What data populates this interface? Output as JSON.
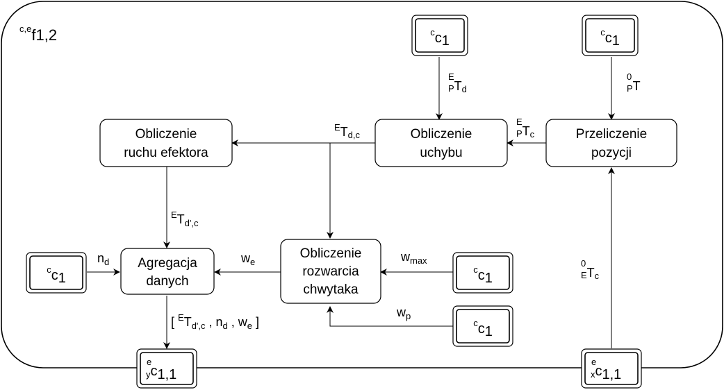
{
  "frame": {
    "title": {
      "pre": "c,e",
      "main": "f",
      "sub": "1,2"
    }
  },
  "nodes": {
    "obliczenie_ruchu": {
      "line1": "Obliczenie",
      "line2": "ruchu efektora"
    },
    "obliczenie_uchybu": {
      "line1": "Obliczenie",
      "line2": "uchybu"
    },
    "przeliczenie_pozycji": {
      "line1": "Przeliczenie",
      "line2": "pozycji"
    },
    "agregacja_danych": {
      "line1": "Agregacja",
      "line2": "danych"
    },
    "obliczenie_rozwarcia": {
      "line1": "Obliczenie",
      "line2": "rozwarcia",
      "line3": "chwytaka"
    }
  },
  "ports": {
    "c_top_mid": {
      "pre": "c",
      "main": "c",
      "sub": "1"
    },
    "c_top_right": {
      "pre": "c",
      "main": "c",
      "sub": "1"
    },
    "c_left": {
      "pre": "c",
      "main": "c",
      "sub": "1"
    },
    "c_wmax": {
      "pre": "c",
      "main": "c",
      "sub": "1"
    },
    "c_wp": {
      "pre": "c",
      "main": "c",
      "sub": "1"
    },
    "ey_c11": {
      "presup": "e",
      "presub": "y",
      "main": "c",
      "sub": "1,1"
    },
    "ex_c11": {
      "presup": "e",
      "presub": "x",
      "main": "c",
      "sub": "1,1"
    }
  },
  "edge_labels": {
    "E_P_T_d": {
      "presup": "E",
      "presub": "P",
      "main": "T",
      "sub": "d"
    },
    "zero_P_T": {
      "presup": "0",
      "presub": "P",
      "main": "T"
    },
    "E_P_T_c": {
      "presup": "E",
      "presub": "P",
      "main": "T",
      "sub": "c"
    },
    "E_T_dc": {
      "presup": "E",
      "main": "T",
      "sub": "d,c"
    },
    "E_T_dprime_c": {
      "presup": "E",
      "main": "T",
      "sub": "d',c"
    },
    "zero_E_T_c": {
      "presup": "0",
      "presub": "E",
      "main": "T",
      "sub": "c"
    },
    "n_d": {
      "main": "n",
      "sub": "d"
    },
    "w_e": {
      "main": "w",
      "sub": "e"
    },
    "w_max": {
      "main": "w",
      "sub": "max"
    },
    "w_p": {
      "main": "w",
      "sub": "p"
    },
    "aggregate": {
      "open": "[ ",
      "presup": "E",
      "main": "T",
      "sub": "d',c",
      "sep1": " , ",
      "n": "n",
      "n_sub": "d",
      "sep2": " , ",
      "w": "w",
      "w_sub": "e",
      "close": " ]"
    }
  }
}
